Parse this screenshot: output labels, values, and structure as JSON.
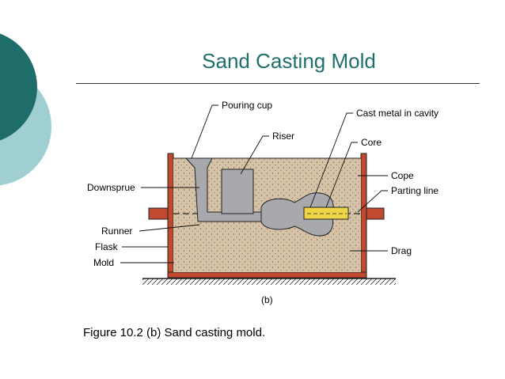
{
  "slide": {
    "title": "Sand Casting Mold",
    "caption": "Figure 10.2 (b) Sand casting mold."
  },
  "diagram": {
    "sublabel": "(b)",
    "labels": {
      "pouring_cup": "Pouring cup",
      "riser": "Riser",
      "cast_metal": "Cast metal in cavity",
      "core": "Core",
      "downsprue": "Downsprue",
      "cope": "Cope",
      "parting_line": "Parting line",
      "runner": "Runner",
      "flask": "Flask",
      "mold": "Mold",
      "drag": "Drag"
    }
  },
  "colors": {
    "title": "#1f6f6a",
    "circle_dark": "#1e6d6b",
    "circle_light": "#9fcfd0",
    "sand": "#d6c2a6",
    "flask": "#c1492f",
    "metal": "#a7a9ac",
    "core": "#f0d447"
  }
}
